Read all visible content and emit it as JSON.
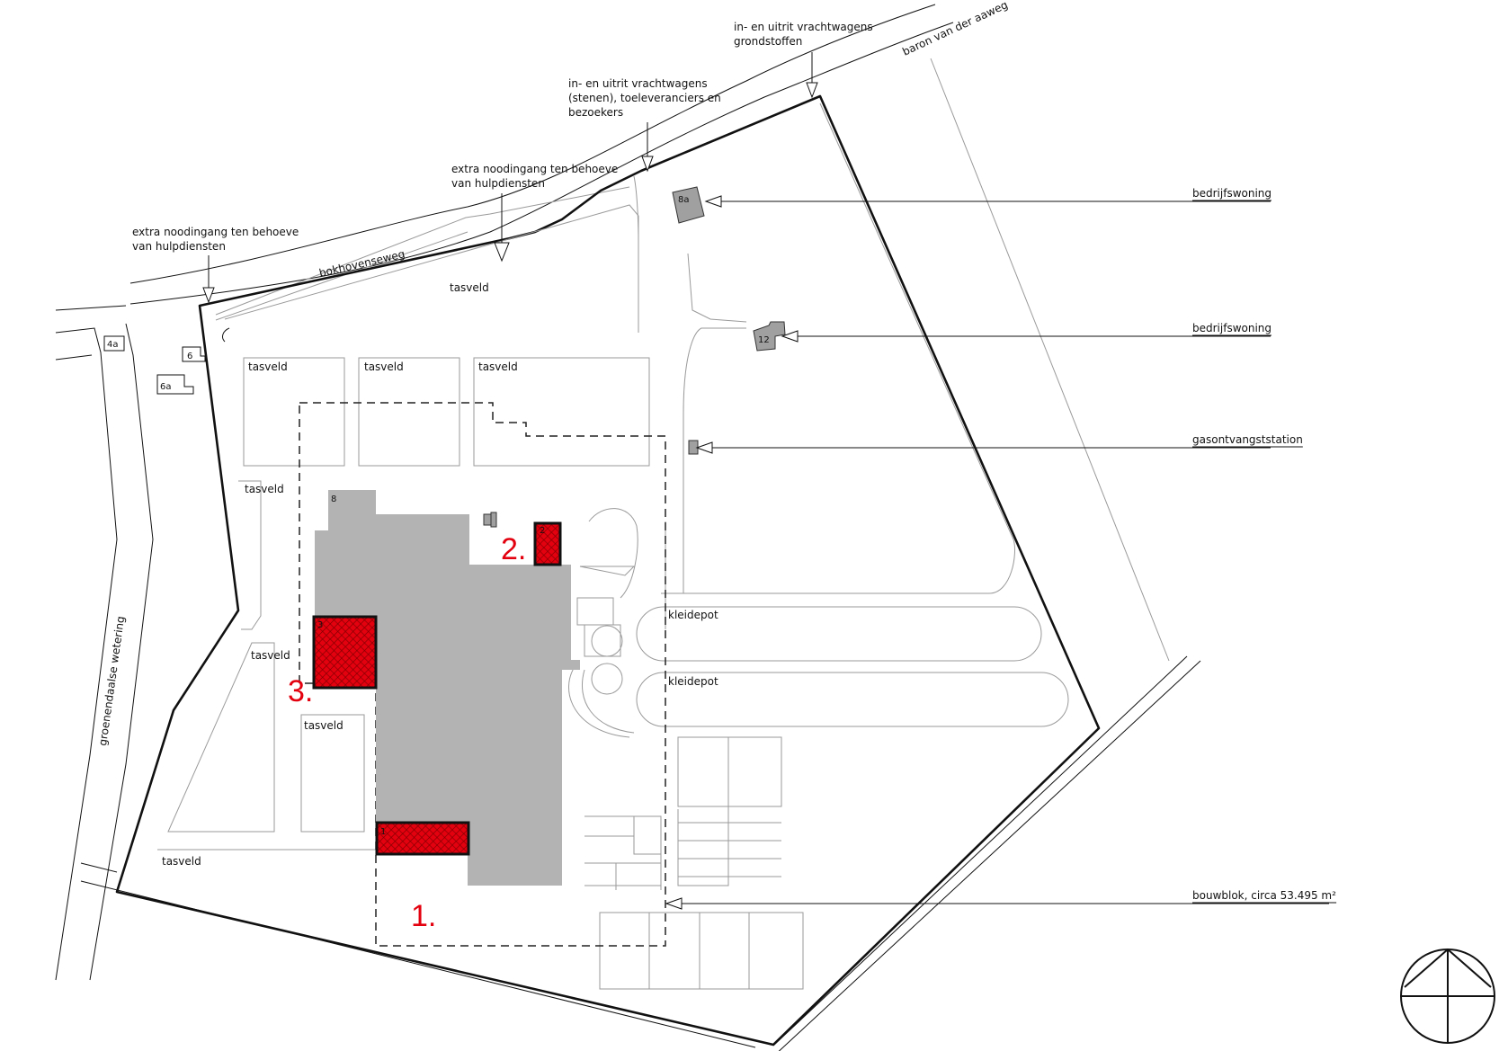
{
  "labels": {
    "entry_trucks_raw": [
      "in- en uitrit vrachtwagens",
      "grondstoffen"
    ],
    "entry_trucks_stones": [
      "in- en uitrit vrachtwagens",
      "(stenen), toeleveranciers en",
      "bezoekers"
    ],
    "emergency_1": [
      "extra noodingang ten behoeve",
      "van hulpdiensten"
    ],
    "emergency_2": [
      "extra noodingang ten behoeve",
      "van hulpdiensten"
    ],
    "road_bokhoven": "bokhovenseweg",
    "road_baron": "baron van der aaweg",
    "road_groenendaal": "groenendaalse wetering",
    "tasveld": "tasveld",
    "kleidepot": "kleidepot",
    "bedrijfswoning": "bedrijfswoning",
    "gasontvang": "gasontvangststation",
    "bouwblok": "bouwblok, circa 53.495 m²"
  },
  "building_numbers": {
    "b8": "8",
    "b8a": "8a",
    "b12": "12",
    "b6": "6",
    "b6a": "6a",
    "b4a": "4a",
    "b1": "1",
    "b2": "2",
    "b3": "3"
  },
  "markers": {
    "m1": "1.",
    "m2": "2.",
    "m3": "3."
  },
  "colors": {
    "building_grey": "#b3b3b3",
    "marker_red": "#e3000f",
    "boundary_black": "#111111"
  }
}
